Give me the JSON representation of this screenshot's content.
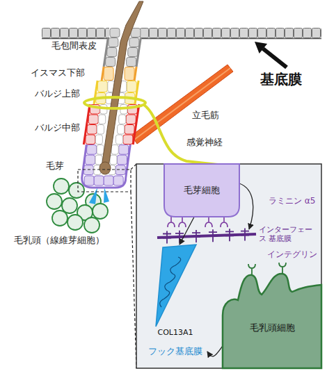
{
  "diagram": {
    "nodes": [
      {
        "text": [
          "毛芽細胞"
        ]
      },
      {
        "text": [
          "COL13A1",
          "フック基底膜"
        ]
      },
      {
        "text": [
          "毛乳頭細胞"
        ]
      }
    ],
    "edges": [
      {
        "from": 0,
        "to": 1,
        "arrow": "to"
      },
      {
        "from": 2,
        "to": 1,
        "arrow": "to"
      }
    ],
    "labels": [
      "毛包間表皮",
      "基底膜",
      "イスマス下部",
      "バルジ上部",
      "バルジ中部",
      "立毛筋",
      "感覚神経",
      "毛芽",
      "毛乳頭（線維芽細胞）",
      "ラミニン α5",
      "インターフェース 基底膜",
      "インテグリン"
    ]
  }
}
